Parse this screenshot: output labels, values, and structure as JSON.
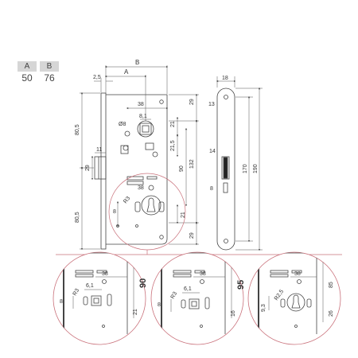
{
  "variant_table": {
    "headers": [
      "A",
      "B"
    ],
    "values": [
      "50",
      "76"
    ]
  },
  "front_view": {
    "dim_B": "B",
    "dim_A": "A",
    "dim_2_5": "2,5",
    "dim_38_top": "38",
    "dim_8_1": "8,1",
    "dim_phi8": "Ø8",
    "dim_21_top": "21",
    "dim_21_5": "21,5",
    "dim_80_5_top": "80,5",
    "dim_11": "11",
    "dim_29_left": "29",
    "dim_38_mid": "38",
    "dim_R3": "R3",
    "dim_8_left": "8",
    "dim_80_5_bottom": "80,5",
    "dim_29_right_top": "29",
    "dim_132": "132",
    "dim_90": "90",
    "dim_21_bottom": "21",
    "dim_29_right_bottom": "29"
  },
  "side_view": {
    "dim_18": "18",
    "dim_13": "13",
    "dim_14": "14",
    "dim_8": "8",
    "dim_170": "170",
    "dim_190": "190"
  },
  "detail_1": {
    "dim_38": "38",
    "dim_6_1": "6,1",
    "dim_R3": "R3",
    "dim_8": "8",
    "dim_90": "90",
    "dim_21": "21"
  },
  "detail_2": {
    "dim_38": "38",
    "dim_6_1": "6,1",
    "dim_R3": "R3",
    "dim_8": "8",
    "dim_95": "95",
    "dim_16": "16"
  },
  "detail_3": {
    "dim_38": "38",
    "dim_9_3": "9,3",
    "dim_R2_5": "R2,5",
    "dim_85": "85",
    "dim_26": "26"
  },
  "colors": {
    "line": "#444444",
    "dim": "#555555",
    "leader": "#c9707a",
    "detail_circle": "#c9707a"
  }
}
